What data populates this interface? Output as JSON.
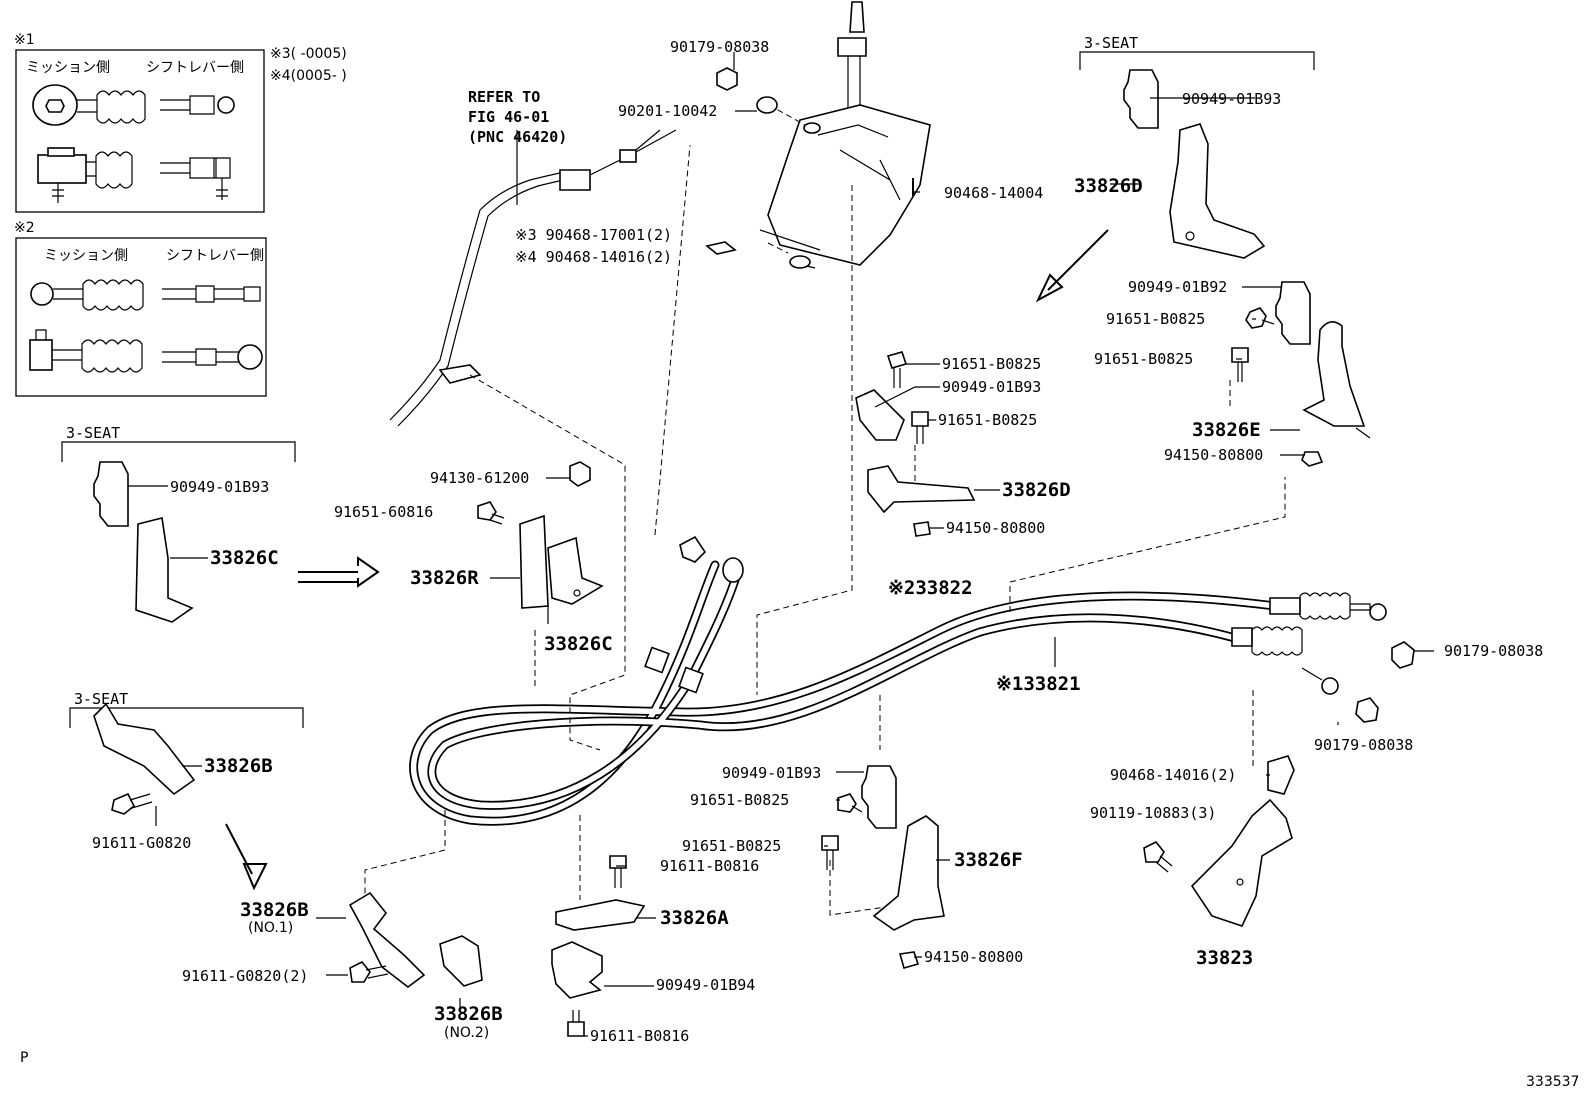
{
  "diagram": {
    "refer": {
      "line1": "REFER TO",
      "line2": "FIG 46-01",
      "line3": "(PNC 46420)"
    },
    "box1": {
      "title": "※1",
      "left_label": "ミッション側",
      "right_label": "シフトレバー側"
    },
    "box2": {
      "title": "※2",
      "left_label": "ミッション側",
      "right_label": "シフトレバー側"
    },
    "notes": {
      "n3": "※3(      -0005)",
      "n4": "※4(0005-      )"
    },
    "seat_labels": {
      "top_right": "3-SEAT",
      "left_mid": "3-SEAT",
      "left_low": "3-SEAT"
    },
    "parts": {
      "p_90179_08038_top": "90179-08038",
      "p_90201_10042": "90201-10042",
      "p_90468_14004": "90468-14004",
      "p_90468_17001": "※3 90468-17001(2)",
      "p_90468_14016_a": "※4 90468-14016(2)",
      "p_90949_01B93_tr": "90949-01B93",
      "p_33826D_tr": "33826D",
      "p_90949_01B92": "90949-01B92",
      "p_91651_B0825_r1": "91651-B0825",
      "p_91651_B0825_r2": "91651-B0825",
      "p_33826E": "33826E",
      "p_94150_80800_r": "94150-80800",
      "p_91651_B0825_c1": "91651-B0825",
      "p_90949_01B93_c": "90949-01B93",
      "p_91651_B0825_c2": "91651-B0825",
      "p_33826D_c": "33826D",
      "p_94150_80800_c": "94150-80800",
      "p_90949_01B93_l": "90949-01B93",
      "p_33826C_l": "33826C",
      "p_94130_61200": "94130-61200",
      "p_91651_60816": "91651-60816",
      "p_33826R": "33826R",
      "p_33826C_m": "33826C",
      "p_33822": "※233822",
      "p_33821": "※133821",
      "p_90179_08038_r1": "90179-08038",
      "p_90179_08038_r2": "90179-08038",
      "p_33826B": "33826B",
      "p_91611_G0820": "91611-G0820",
      "p_90949_01B93_b": "90949-01B93",
      "p_91651_B0825_b1": "91651-B0825",
      "p_91651_B0825_b2": "91651-B0825",
      "p_91611_B0816_a": "91611-B0816",
      "p_33826F": "33826F",
      "p_90468_14016_b": "90468-14016(2)",
      "p_90119_10883": "90119-10883(3)",
      "p_33826A": "33826A",
      "p_90949_01B94": "90949-01B94",
      "p_91611_B0816_b": "91611-B0816",
      "p_94150_80800_b": "94150-80800",
      "p_33823": "33823",
      "p_33826B_no1": "33826B",
      "p_no1": "(NO.1)",
      "p_91611_G0820_2": "91611-G0820(2)",
      "p_33826B_no2": "33826B",
      "p_no2": "(NO.2)"
    },
    "footer": {
      "left": "P",
      "right": "333537"
    }
  }
}
